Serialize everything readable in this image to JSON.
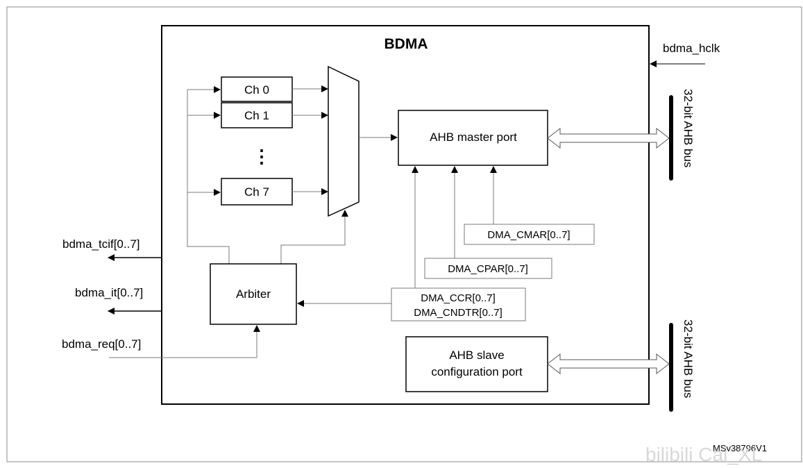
{
  "diagram": {
    "title": "BDMA",
    "clock": "bdma_hclk",
    "channels": [
      "Ch 0",
      "Ch 1",
      "Ch 7"
    ],
    "channel_ellipsis": "⋮",
    "ahb_master": "AHB master port",
    "ahb_slave_line1": "AHB slave",
    "ahb_slave_line2": "configuration port",
    "arbiter": "Arbiter",
    "registers": {
      "cmar": "DMA_CMAR[0..7]",
      "cpar": "DMA_CPAR[0..7]",
      "ccr": "DMA_CCR[0..7]",
      "cndtr": "DMA_CNDTR[0..7]"
    },
    "signals": {
      "tcif": "bdma_tcif[0..7]",
      "it": "bdma_it[0..7]",
      "req": "bdma_req[0..7]"
    },
    "bus_label": "32-bit AHB bus",
    "figure_code": "MSv38796V1",
    "watermark": "bilibili Cai_XL"
  }
}
